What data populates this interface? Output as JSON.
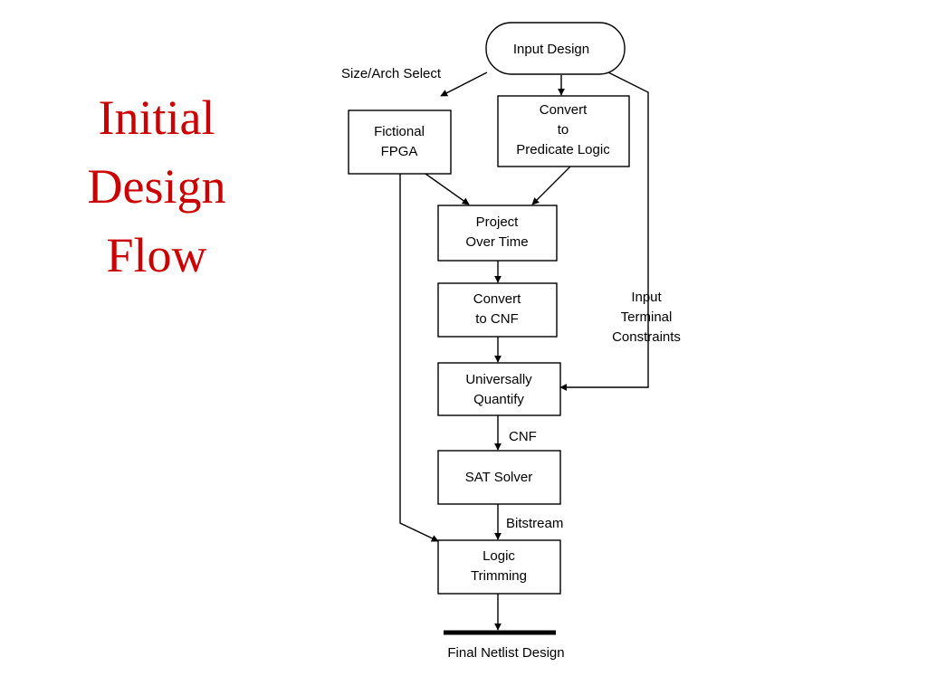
{
  "slide": {
    "title_lines": [
      "Initial",
      "Design",
      "Flow"
    ]
  },
  "diagram": {
    "nodes": {
      "input_design": {
        "lines": [
          "Input Design"
        ]
      },
      "fictional_fpga": {
        "lines": [
          "Fictional",
          "FPGA"
        ]
      },
      "convert_predicate": {
        "lines": [
          "Convert",
          "to",
          "Predicate Logic"
        ]
      },
      "project_over_time": {
        "lines": [
          "Project",
          "Over Time"
        ]
      },
      "convert_cnf": {
        "lines": [
          "Convert",
          "to CNF"
        ]
      },
      "universally_quantify": {
        "lines": [
          "Universally",
          "Quantify"
        ]
      },
      "sat_solver": {
        "lines": [
          "SAT Solver"
        ]
      },
      "logic_trimming": {
        "lines": [
          "Logic",
          "Trimming"
        ]
      },
      "final_netlist": {
        "lines": [
          "Final Netlist Design"
        ]
      }
    },
    "edge_labels": {
      "size_arch_select": "Size/Arch Select",
      "input_terminal_constraints": [
        "Input",
        "Terminal",
        "Constraints"
      ],
      "cnf": "CNF",
      "bitstream": "Bitstream"
    },
    "edges": [
      {
        "from": "input_design",
        "to": "fictional_fpga",
        "label": "Size/Arch Select"
      },
      {
        "from": "input_design",
        "to": "convert_predicate"
      },
      {
        "from": "input_design",
        "to": "universally_quantify",
        "label": "Input Terminal Constraints"
      },
      {
        "from": "fictional_fpga",
        "to": "project_over_time"
      },
      {
        "from": "fictional_fpga",
        "to": "logic_trimming"
      },
      {
        "from": "convert_predicate",
        "to": "project_over_time"
      },
      {
        "from": "project_over_time",
        "to": "convert_cnf"
      },
      {
        "from": "convert_cnf",
        "to": "universally_quantify"
      },
      {
        "from": "universally_quantify",
        "to": "sat_solver",
        "label": "CNF"
      },
      {
        "from": "sat_solver",
        "to": "logic_trimming",
        "label": "Bitstream"
      },
      {
        "from": "logic_trimming",
        "to": "final_netlist"
      }
    ]
  }
}
